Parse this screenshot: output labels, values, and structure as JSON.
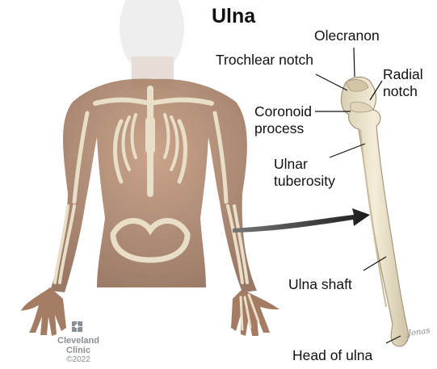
{
  "title": "Ulna",
  "labels": {
    "olecranon": "Olecranon",
    "trochlear_notch": "Trochlear notch",
    "radial_notch": "Radial\nnotch",
    "coronoid_process": "Coronoid\nprocess",
    "ulnar_tuberosity": "Ulnar\ntuberosity",
    "ulna_shaft": "Ulna shaft",
    "head_of_ulna": "Head of ulna"
  },
  "logo": {
    "name": "Cleveland\nClinic",
    "copyright": "©2022"
  },
  "signature": "Jonas"
}
